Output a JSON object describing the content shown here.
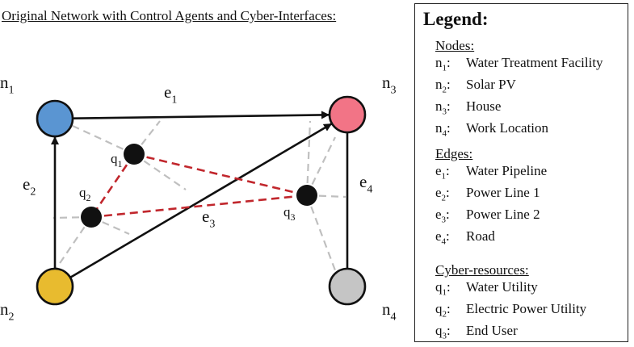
{
  "title": "Original Network with Control Agents and Cyber-Interfaces:",
  "colors": {
    "n1": "#5a95d2",
    "n2": "#e8bb2f",
    "n3": "#f27486",
    "n4": "#c5c5c5",
    "cyber_node": "#111111",
    "cyber_link": "#c1272d",
    "interface_link": "#bfbfbf",
    "edge": "#111111"
  },
  "nodes": [
    {
      "id": "n1",
      "base": "n",
      "sub": "1"
    },
    {
      "id": "n2",
      "base": "n",
      "sub": "2"
    },
    {
      "id": "n3",
      "base": "n",
      "sub": "3"
    },
    {
      "id": "n4",
      "base": "n",
      "sub": "4"
    }
  ],
  "edges": [
    {
      "id": "e1",
      "base": "e",
      "sub": "1",
      "from": "n1",
      "to": "n3",
      "directed": true
    },
    {
      "id": "e2",
      "base": "e",
      "sub": "2",
      "from": "n2",
      "to": "n1",
      "directed": true
    },
    {
      "id": "e3",
      "base": "e",
      "sub": "3",
      "from": "n2",
      "to": "n3",
      "directed": true
    },
    {
      "id": "e4",
      "base": "e",
      "sub": "4",
      "from": "n4",
      "to": "n3",
      "directed": false
    }
  ],
  "cyber_nodes": [
    {
      "id": "q1",
      "base": "q",
      "sub": "1"
    },
    {
      "id": "q2",
      "base": "q",
      "sub": "2"
    },
    {
      "id": "q3",
      "base": "q",
      "sub": "3"
    }
  ],
  "cyber_links": [
    [
      "q1",
      "q2"
    ],
    [
      "q1",
      "q3"
    ],
    [
      "q2",
      "q3"
    ]
  ],
  "legend": {
    "title": "Legend:",
    "nodes_heading": "Nodes:",
    "nodes": [
      {
        "base": "n",
        "sub": "1",
        "label": "Water Treatment Facility"
      },
      {
        "base": "n",
        "sub": "2",
        "label": "Solar PV"
      },
      {
        "base": "n",
        "sub": "3",
        "label": "House"
      },
      {
        "base": "n",
        "sub": "4",
        "label": "Work Location"
      }
    ],
    "edges_heading": "Edges:",
    "edges": [
      {
        "base": "e",
        "sub": "1",
        "label": "Water Pipeline"
      },
      {
        "base": "e",
        "sub": "2",
        "label": "Power Line 1"
      },
      {
        "base": "e",
        "sub": "3",
        "label": "Power Line 2"
      },
      {
        "base": "e",
        "sub": "4",
        "label": "Road"
      }
    ],
    "cyber_heading": "Cyber-resources:",
    "cyber": [
      {
        "base": "q",
        "sub": "1",
        "label": "Water Utility"
      },
      {
        "base": "q",
        "sub": "2",
        "label": "Electric Power Utility"
      },
      {
        "base": "q",
        "sub": "3",
        "label": "End User"
      }
    ]
  }
}
